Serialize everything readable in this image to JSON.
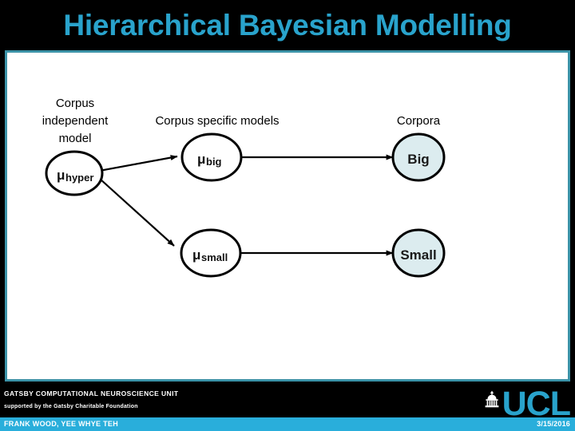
{
  "slide": {
    "title": "Hierarchical Bayesian Modelling",
    "title_color": "#29A3CC",
    "background_color": "#000000",
    "panel_background": "#ffffff",
    "panel_border_color": "#3C93A8"
  },
  "diagram": {
    "column_labels": [
      {
        "id": "corpus-independent-model",
        "lines": [
          "Corpus",
          "independent",
          "model"
        ]
      },
      {
        "id": "corpus-specific-models",
        "lines": [
          "Corpus specific models"
        ]
      },
      {
        "id": "corpora",
        "lines": [
          "Corpora"
        ]
      }
    ],
    "nodes": [
      {
        "id": "mu-hyper",
        "base": "μ",
        "sub": "hyper",
        "fill": "#ffffff",
        "stroke": "#000000"
      },
      {
        "id": "mu-big",
        "base": "μ",
        "sub": "big",
        "fill": "#ffffff",
        "stroke": "#000000"
      },
      {
        "id": "mu-small",
        "base": "μ",
        "sub": "small",
        "fill": "#ffffff",
        "stroke": "#000000"
      },
      {
        "id": "corpus-big",
        "label": "Big",
        "fill": "#DCECEF",
        "stroke": "#000000"
      },
      {
        "id": "corpus-small",
        "label": "Small",
        "fill": "#DCECEF",
        "stroke": "#000000"
      }
    ],
    "edges": [
      {
        "id": "edge-hyper-to-big",
        "from": "mu-hyper",
        "to": "mu-big"
      },
      {
        "id": "edge-hyper-to-small",
        "from": "mu-hyper",
        "to": "mu-small"
      },
      {
        "id": "edge-big-to-corpusbig",
        "from": "mu-big",
        "to": "corpus-big"
      },
      {
        "id": "edge-small-to-corpussmall",
        "from": "mu-small",
        "to": "corpus-small"
      }
    ]
  },
  "footer": {
    "organisation": "GATSBY COMPUTATIONAL NEUROSCIENCE UNIT",
    "support": "supported by the Gatsby Charitable Foundation",
    "logo_text": "UCL",
    "authors": "FRANK WOOD, YEE WHYE TEH",
    "date": "3/15/2016",
    "bar_color": "#29AEDB"
  }
}
